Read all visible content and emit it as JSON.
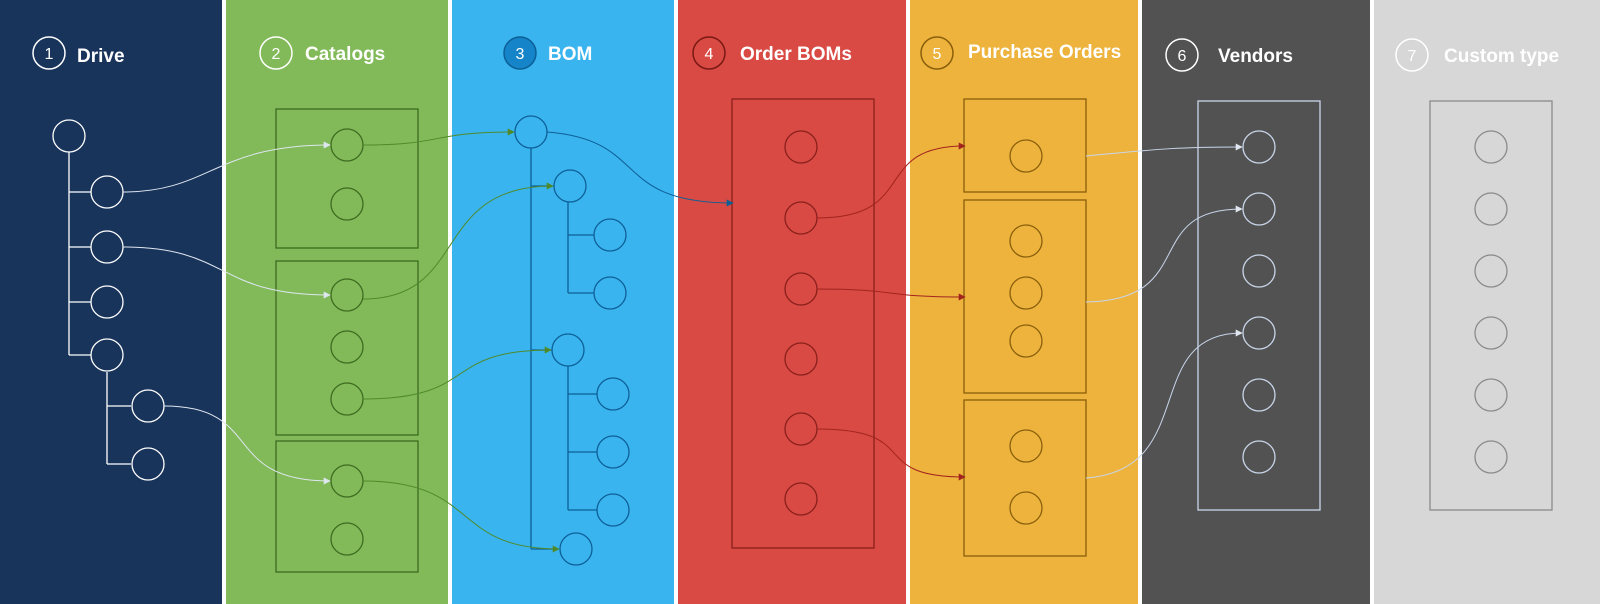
{
  "columns": [
    {
      "id": "drive",
      "number": "1",
      "title": "Drive",
      "color": "#19345b"
    },
    {
      "id": "catalogs",
      "number": "2",
      "title": "Catalogs",
      "color": "#82ba59"
    },
    {
      "id": "bom",
      "number": "3",
      "title": "BOM",
      "color": "#3ab4ef"
    },
    {
      "id": "order-boms",
      "number": "4",
      "title": "Order BOMs",
      "color": "#d84a43"
    },
    {
      "id": "purchase-orders",
      "number": "5",
      "title": "Purchase Orders",
      "color": "#edb33c"
    },
    {
      "id": "vendors",
      "number": "6",
      "title": "Vendors",
      "color": "#525252"
    },
    {
      "id": "custom-type",
      "number": "7",
      "title": "Custom type",
      "color": "#d7d7d7"
    }
  ],
  "colors": {
    "separator": "#ffffff",
    "drive_stroke": "#ffffff",
    "catalogs_stroke": "#3d6b20",
    "bom_stroke": "#0d5f97",
    "order_boms_stroke": "#8a1f1b",
    "purchase_orders_stroke": "#8a5f0c",
    "vendors_stroke": "#c9d6ea",
    "custom_type_stroke": "#8a8a8a",
    "bom_badge_fill": "#1584c8"
  }
}
